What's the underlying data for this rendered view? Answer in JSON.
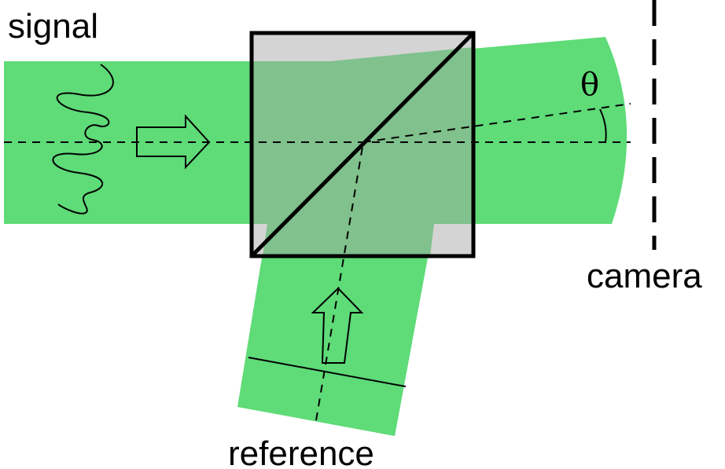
{
  "labels": {
    "signal": "signal",
    "camera": "camera",
    "reference": "reference",
    "angle": "θ"
  },
  "colors": {
    "beam": "#5fdb78",
    "overlap": "#80c18d",
    "cube_glass": "#d4d4d4",
    "stroke": "#000000",
    "background": "#ffffff"
  }
}
